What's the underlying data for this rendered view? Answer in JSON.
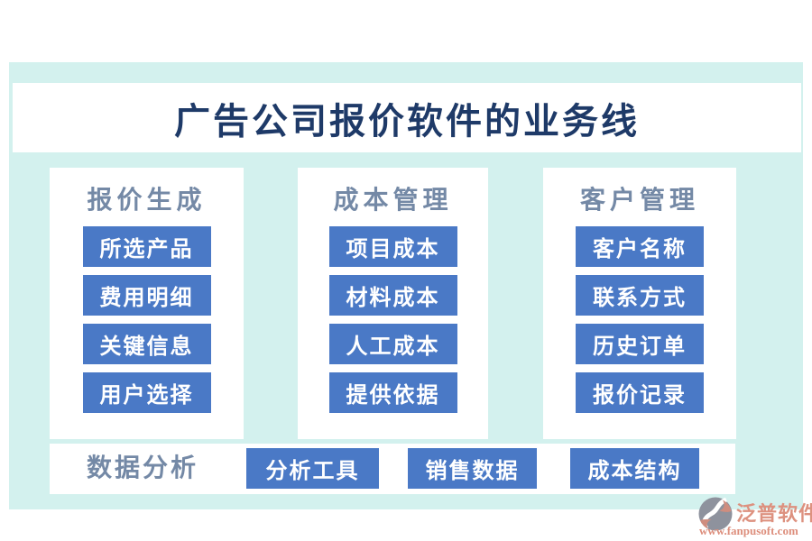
{
  "page": {
    "title": "广告公司报价软件的业务线"
  },
  "columns": [
    {
      "header": "报价生成",
      "items": [
        "所选产品",
        "费用明细",
        "关键信息",
        "用户选择"
      ]
    },
    {
      "header": "成本管理",
      "items": [
        "项目成本",
        "材料成本",
        "人工成本",
        "提供依据"
      ]
    },
    {
      "header": "客户管理",
      "items": [
        "客户名称",
        "联系方式",
        "历史订单",
        "报价记录"
      ]
    }
  ],
  "bottom_row": {
    "header": "数据分析",
    "items": [
      "分析工具",
      "销售数据",
      "成本结构"
    ]
  },
  "footer": {
    "brand": "泛普软件",
    "url": "www.fanpusoft.com"
  },
  "colors": {
    "background_mint": "#d3f1ee",
    "panel_white": "#ffffff",
    "button_blue": "#4a79c6",
    "title_navy": "#1e3a68",
    "header_slate_blue": "#7489a6",
    "logo_salmon": "#dd917f",
    "logo_grey": "#8e929d"
  }
}
